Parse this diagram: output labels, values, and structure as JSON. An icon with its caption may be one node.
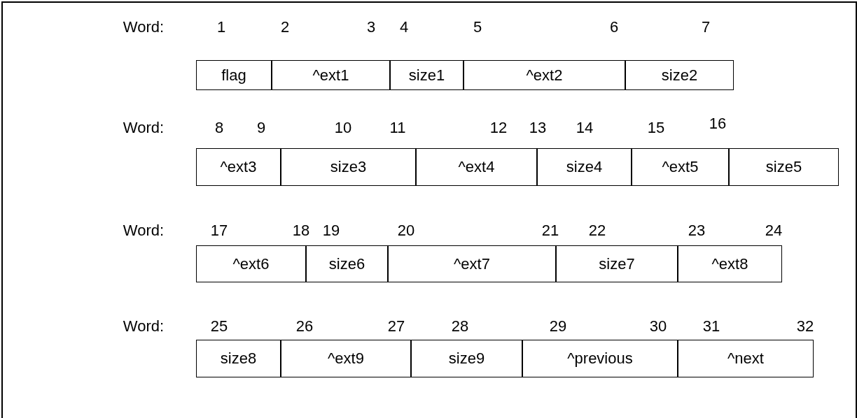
{
  "diagram": {
    "nodes": [
      {
        "text": [
          "flag"
        ]
      },
      {
        "text": [
          "^ext1"
        ]
      },
      {
        "text": [
          "size1"
        ]
      },
      {
        "text": [
          "^ext2"
        ]
      },
      {
        "text": [
          "size2"
        ]
      },
      {
        "text": [
          "^ext3"
        ]
      },
      {
        "text": [
          "size3"
        ]
      },
      {
        "text": [
          "^ext4"
        ]
      },
      {
        "text": [
          "size4"
        ]
      },
      {
        "text": [
          "^ext5"
        ]
      },
      {
        "text": [
          "size5"
        ]
      },
      {
        "text": [
          "^ext6"
        ]
      },
      {
        "text": [
          "size6"
        ]
      },
      {
        "text": [
          "^ext7"
        ]
      },
      {
        "text": [
          "size7"
        ]
      },
      {
        "text": [
          "^ext8"
        ]
      },
      {
        "text": [
          "size8"
        ]
      },
      {
        "text": [
          "^ext9"
        ]
      },
      {
        "text": [
          "size9"
        ]
      },
      {
        "text": [
          "^previous"
        ]
      },
      {
        "text": [
          "^next"
        ]
      }
    ],
    "labels": [
      "Word:",
      "1",
      "2",
      "3",
      "4",
      "5",
      "6",
      "7",
      "Word:",
      "8",
      "9",
      "10",
      "11",
      "12",
      "13",
      "14",
      "15",
      "16",
      "Word:",
      "17",
      "18",
      "19",
      "20",
      "21",
      "22",
      "23",
      "24",
      "Word:",
      "25",
      "26",
      "27",
      "28",
      "29",
      "30",
      "31",
      "32"
    ]
  }
}
